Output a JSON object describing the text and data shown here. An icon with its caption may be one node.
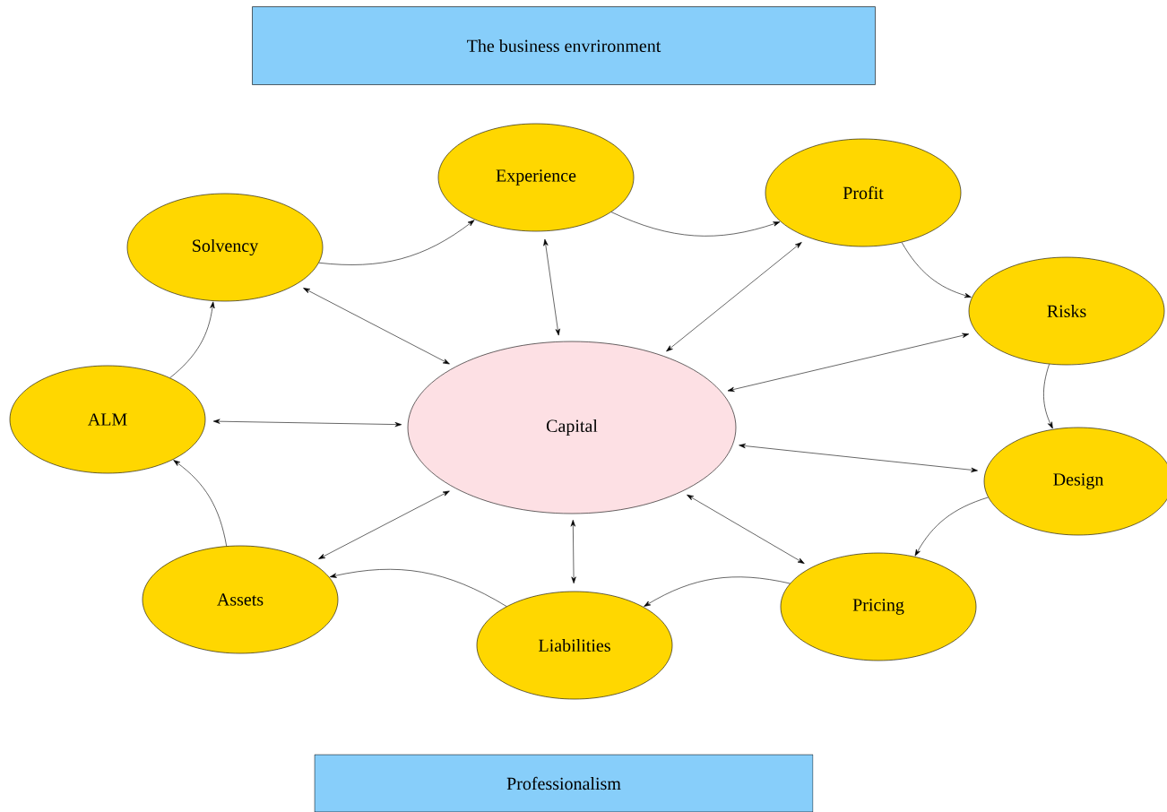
{
  "diagram": {
    "nodes": [
      {
        "text": [
          "The business envrironment"
        ]
      },
      {
        "text": [
          "Experience"
        ]
      },
      {
        "text": [
          "Profit"
        ]
      },
      {
        "text": [
          "Risks"
        ]
      },
      {
        "text": [
          "Design"
        ]
      },
      {
        "text": [
          "Pricing"
        ]
      },
      {
        "text": [
          "Liabilities"
        ]
      },
      {
        "text": [
          "Assets"
        ]
      },
      {
        "text": [
          "ALM"
        ]
      },
      {
        "text": [
          "Solvency"
        ]
      },
      {
        "text": [
          "Capital"
        ]
      },
      {
        "text": [
          "Professionalism"
        ]
      }
    ],
    "edges": [
      {
        "from": 9,
        "to": 1,
        "arrow": "to"
      },
      {
        "from": 1,
        "to": 2,
        "arrow": "to"
      },
      {
        "from": 2,
        "to": 3,
        "arrow": "to"
      },
      {
        "from": 3,
        "to": 4,
        "arrow": "to"
      },
      {
        "from": 4,
        "to": 5,
        "arrow": "to"
      },
      {
        "from": 5,
        "to": 6,
        "arrow": "to"
      },
      {
        "from": 6,
        "to": 7,
        "arrow": "to"
      },
      {
        "from": 7,
        "to": 8,
        "arrow": "to"
      },
      {
        "from": 8,
        "to": 9,
        "arrow": "to"
      },
      {
        "from": 10,
        "to": 1,
        "arrow": "both"
      },
      {
        "from": 10,
        "to": 2,
        "arrow": "both"
      },
      {
        "from": 10,
        "to": 3,
        "arrow": "both"
      },
      {
        "from": 10,
        "to": 4,
        "arrow": "both"
      },
      {
        "from": 10,
        "to": 5,
        "arrow": "both"
      },
      {
        "from": 10,
        "to": 6,
        "arrow": "both"
      },
      {
        "from": 10,
        "to": 7,
        "arrow": "both"
      },
      {
        "from": 10,
        "to": 8,
        "arrow": "both"
      },
      {
        "from": 10,
        "to": 9,
        "arrow": "both"
      }
    ]
  }
}
